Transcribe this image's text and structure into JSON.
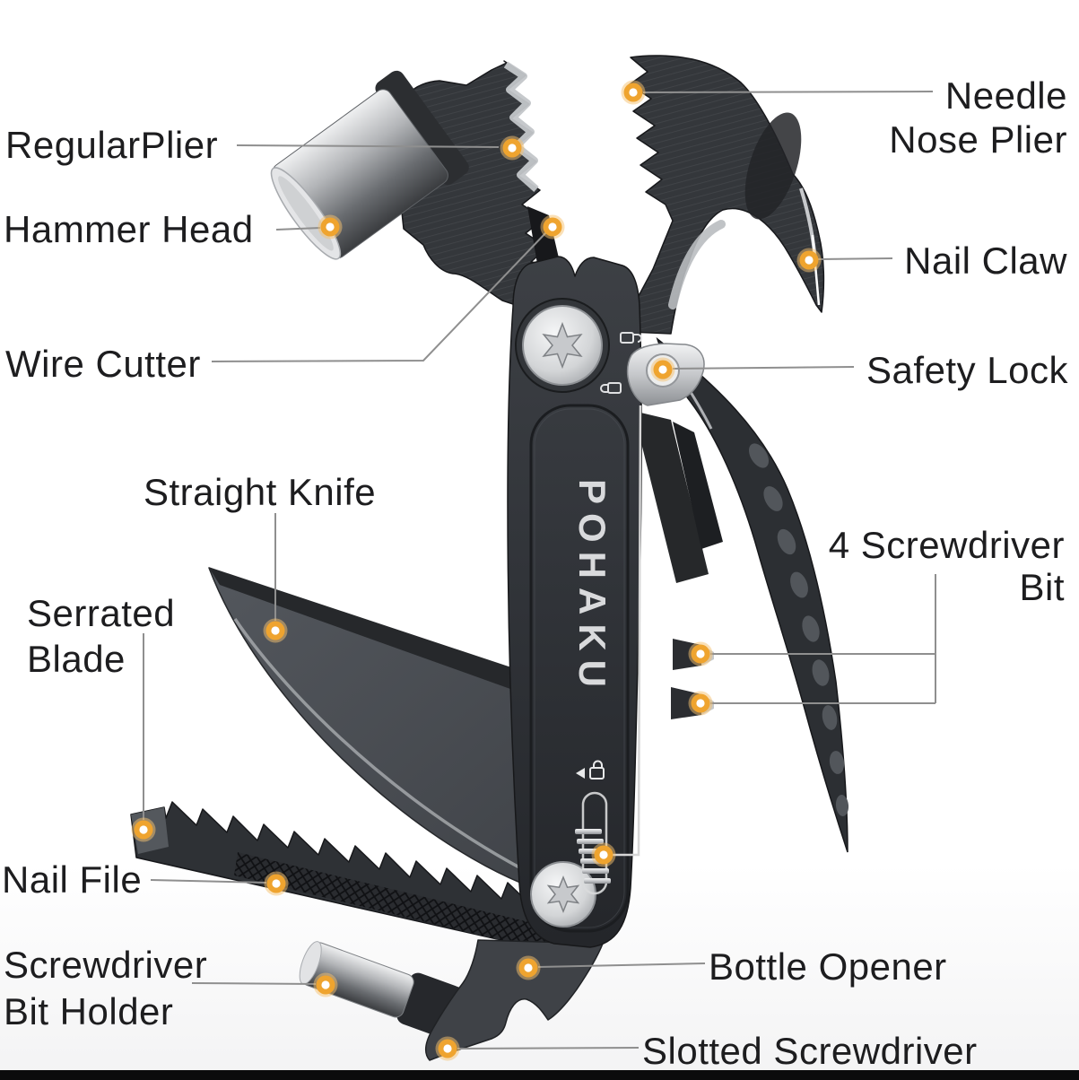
{
  "brand": {
    "name": "POHAKU"
  },
  "colors": {
    "background": "#ffffff",
    "label": "#1d1d1f",
    "leader": "#8f8f8f",
    "aux_line": "#d6d6d6",
    "marker_ring": "#EFA42F",
    "marker_core": "#FFFFFF",
    "tool_dark": "#33363a",
    "metal_silver": "#c9cbce"
  },
  "labels": {
    "regular_plier": {
      "text": "RegularPlier"
    },
    "hammer_head": {
      "text": "Hammer Head"
    },
    "wire_cutter": {
      "text": "Wire Cutter"
    },
    "straight_knife": {
      "text": "Straight Knife"
    },
    "serrated_blade": {
      "line1": "Serrated",
      "line2": "Blade"
    },
    "nail_file": {
      "text": "Nail File"
    },
    "screwdriver_bit_holder": {
      "line1": "Screwdriver",
      "line2": "Bit Holder"
    },
    "needle_nose_plier": {
      "line1": "Needle",
      "line2": "Nose Plier"
    },
    "nail_claw": {
      "text": "Nail Claw"
    },
    "safety_lock": {
      "text": "Safety Lock"
    },
    "four_screwdriver_bit": {
      "line1": "4 Screwdriver",
      "line2": "Bit"
    },
    "bottle_opener": {
      "text": "Bottle Opener"
    },
    "slotted_screwdriver": {
      "text": "Slotted Screwdriver"
    }
  }
}
